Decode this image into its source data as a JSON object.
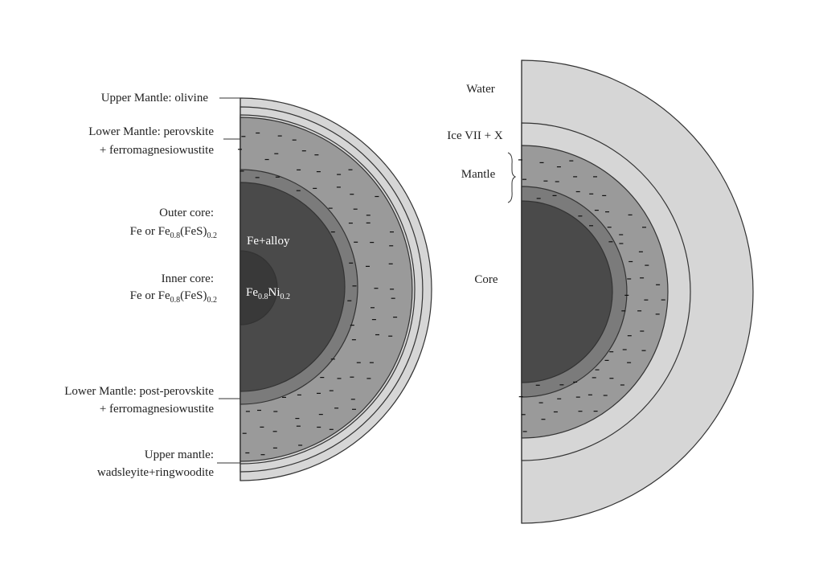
{
  "left_planet": {
    "labels": {
      "upper_mantle_olivine": "Upper Mantle:  olivine",
      "lower_mantle_perovskite_1": "Lower Mantle:  perovskite",
      "lower_mantle_perovskite_2": "+ ferromagnesiowustite",
      "outer_core_1": "Outer core:",
      "outer_core_2_a": "Fe or Fe",
      "outer_core_2_sub1": "0.8",
      "outer_core_2_b": "(FeS)",
      "outer_core_2_sub2": "0.2",
      "inner_core_1": "Inner core:",
      "inner_core_2_a": "Fe or Fe",
      "inner_core_2_sub1": "0.8",
      "inner_core_2_b": "(FeS)",
      "inner_core_2_sub2": "0.2",
      "fe_alloy": "Fe+alloy",
      "fe_ni_a": "Fe",
      "fe_ni_sub1": "0.8",
      "fe_ni_b": "Ni",
      "fe_ni_sub2": "0.2",
      "lower_mantle_postperovskite_1": "Lower Mantle:  post-perovskite",
      "lower_mantle_postperovskite_2": "+ ferromagnesiowustite",
      "upper_mantle_wadsleyite_1": "Upper mantle:",
      "upper_mantle_wadsleyite_2": "wadsleyite+ringwoodite"
    }
  },
  "right_planet": {
    "labels": {
      "water": "Water",
      "ice": "Ice VII + X",
      "mantle": "Mantle",
      "core": "Core"
    }
  },
  "colors": {
    "light_shell": "#d6d6d6",
    "mantle": "#9a9a9a",
    "mantle_inner": "#7b7b7b",
    "core": "#4a4a4a",
    "inner_core": "#393939",
    "dash": "#111111",
    "outline": "#333333"
  }
}
